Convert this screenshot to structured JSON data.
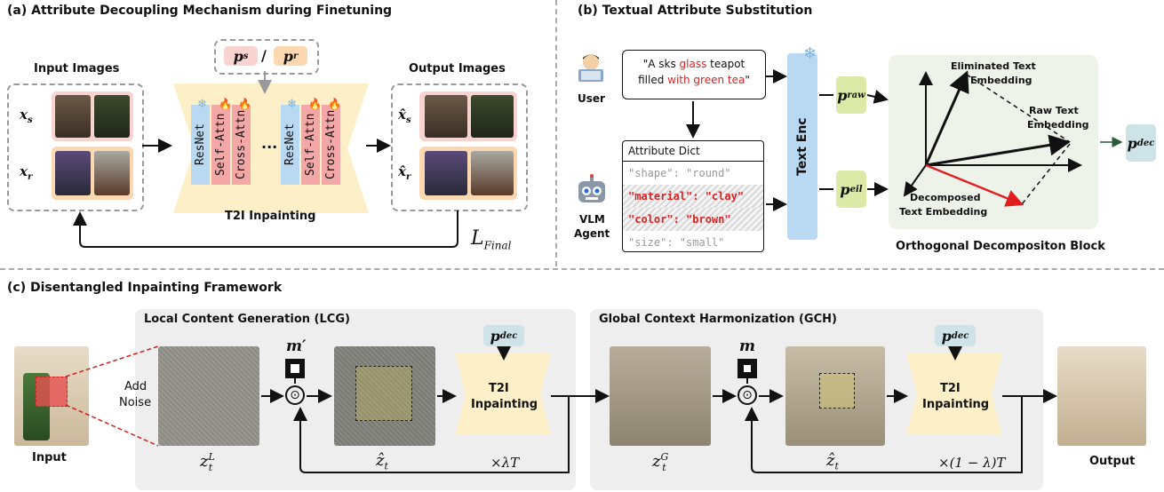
{
  "panel_a": {
    "title": "(a) Attribute Decoupling Mechanism during Finetuning",
    "input_label": "Input Images",
    "output_label": "Output Images",
    "xs": "x",
    "xs_sub": "s",
    "xr": "x",
    "xr_sub": "r",
    "xs_hat": "x̂",
    "xr_hat": "x̂",
    "prompt_ps": "p",
    "prompt_ps_sub": "s",
    "prompt_slash": "/",
    "prompt_pr": "p",
    "prompt_pr_sub": "r",
    "blocks": [
      "ResNet",
      "Self-Attn",
      "Cross-Attn",
      "ResNet",
      "Self-Attn",
      "Cross-Attn"
    ],
    "dots": "...",
    "model_label": "T2I Inpainting",
    "loss": "L",
    "loss_sub": "Final",
    "colors": {
      "resnet": "#b9d8f2",
      "attn": "#f4a7a7",
      "pink": "#f9d3d0",
      "orange": "#fbd8b0",
      "yellow": "#fdf0c8"
    }
  },
  "panel_b": {
    "title": "(b) Textual Attribute Substitution",
    "user_label": "User",
    "quote_parts": [
      "\"A sks ",
      "glass",
      " teapot",
      "filled ",
      "with green tea",
      "\""
    ],
    "dict_title": "Attribute Dict",
    "dict_rows": [
      {
        "text": "\"shape\": \"round\"",
        "style": "gray"
      },
      {
        "text": "\"material\": \"clay\"",
        "style": "red"
      },
      {
        "text": "\"color\": \"brown\"",
        "style": "red"
      },
      {
        "text": "\"size\": \"small\"",
        "style": "gray"
      }
    ],
    "agent_label_1": "VLM",
    "agent_label_2": "Agent",
    "text_enc": "Text Enc",
    "p_raw": "p",
    "p_raw_sub": "raw",
    "p_eil": "p",
    "p_eil_sub": "eil",
    "p_dec": "p",
    "p_dec_sub": "dec",
    "eliminated_1": "Eliminated Text",
    "eliminated_2": "Embedding",
    "raw_1": "Raw Text",
    "raw_2": "Embedding",
    "decomp_1": "Decomposed",
    "decomp_2": "Text Embedding",
    "block_label": "Orthogonal Decompositon Block"
  },
  "panel_c": {
    "title": "(c) Disentangled Inpainting Framework",
    "lcg_title": "Local Content Generation (LCG)",
    "gch_title": "Global Context Harmonization (GCH)",
    "input_label": "Input",
    "output_label": "Output",
    "add_noise_1": "Add",
    "add_noise_2": "Noise",
    "mask1": "m′",
    "mask2": "m",
    "odot": "⊙",
    "t2i_1": "T2I",
    "t2i_2": "Inpainting",
    "zL": "z",
    "zL_sup": "L",
    "zL_sub": "t",
    "zG": "z",
    "zG_sup": "G",
    "zG_sub": "t",
    "zhat": "ẑ",
    "zhat_sub": "t",
    "lambdaT": "×λT",
    "one_minus_lambdaT": "×(1 − λ)T",
    "pdec": "p",
    "pdec_sub": "dec"
  }
}
